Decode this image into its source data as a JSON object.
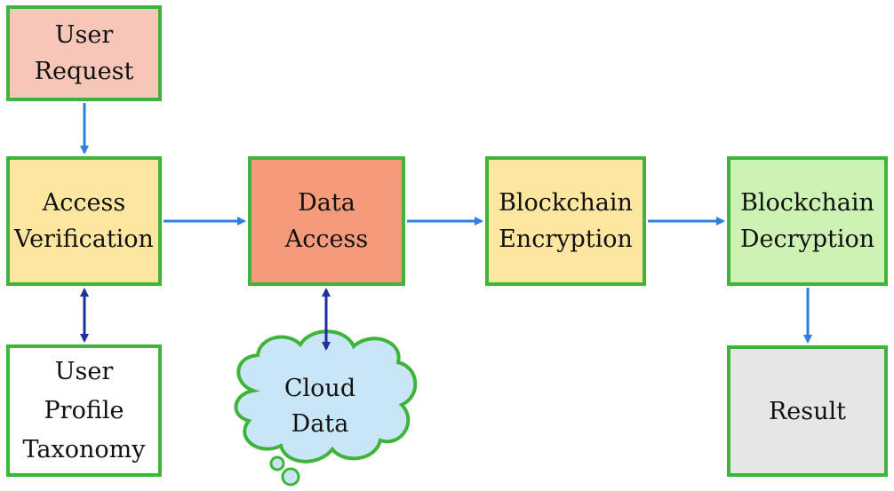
{
  "diagram": {
    "nodes": {
      "user_request": {
        "lines": [
          "User",
          "Request"
        ],
        "fill": "#f6c7b8"
      },
      "access_verification": {
        "lines": [
          "Access",
          "Verification"
        ],
        "fill": "#fde6a0"
      },
      "user_profile_taxonomy": {
        "lines": [
          "User",
          "Profile",
          "Taxonomy"
        ],
        "fill": "#ffffff"
      },
      "data_access": {
        "lines": [
          "Data",
          "Access"
        ],
        "fill": "#f59b7c"
      },
      "blockchain_encryption": {
        "lines": [
          "Blockchain",
          "Encryption"
        ],
        "fill": "#fde6a0"
      },
      "blockchain_decryption": {
        "lines": [
          "Blockchain",
          "Decryption"
        ],
        "fill": "#cdf3b4"
      },
      "result": {
        "lines": [
          "Result"
        ],
        "fill": "#e6e6e6"
      },
      "cloud_data": {
        "lines": [
          "Cloud",
          "Data"
        ],
        "fill": "#c9e6f6"
      }
    },
    "edges": [
      {
        "from": "user_request",
        "to": "access_verification",
        "direction": "one-way"
      },
      {
        "from": "access_verification",
        "to": "data_access",
        "direction": "one-way"
      },
      {
        "from": "data_access",
        "to": "blockchain_encryption",
        "direction": "one-way"
      },
      {
        "from": "blockchain_encryption",
        "to": "blockchain_decryption",
        "direction": "one-way"
      },
      {
        "from": "blockchain_decryption",
        "to": "result",
        "direction": "one-way"
      },
      {
        "from": "access_verification",
        "to": "user_profile_taxonomy",
        "direction": "two-way"
      },
      {
        "from": "data_access",
        "to": "cloud_data",
        "direction": "two-way"
      }
    ],
    "colors": {
      "border": "#3fb43a",
      "arrow_one_way": "#2f7fe0",
      "arrow_two_way": "#1f2f9a",
      "text": "#111111"
    }
  }
}
